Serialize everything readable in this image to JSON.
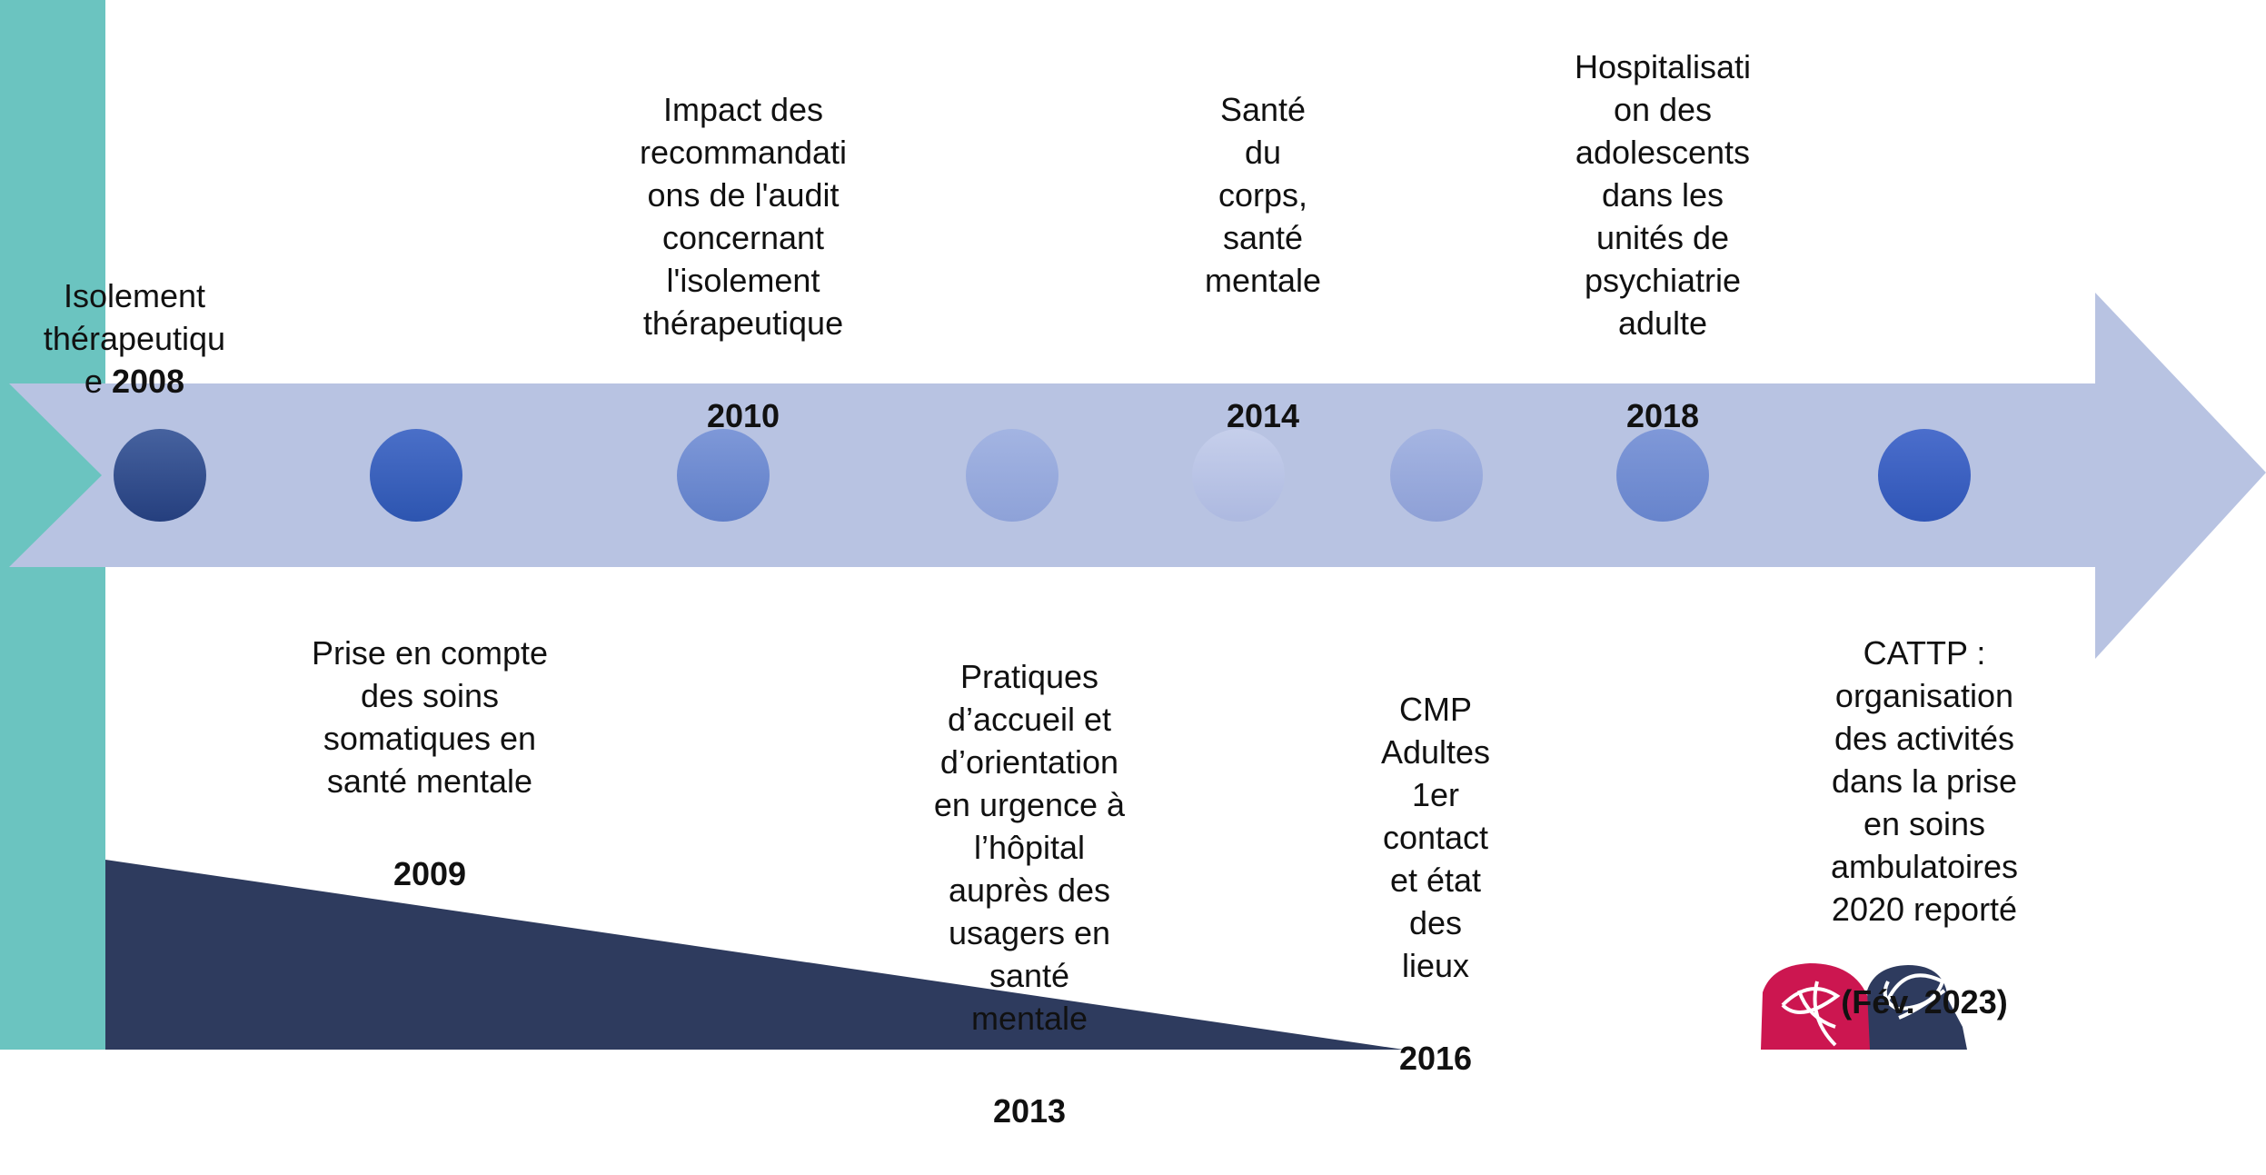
{
  "colors": {
    "side_bar": "#6bc4c0",
    "arrow": "#b8c3e2",
    "triangle": "#2e3b5e",
    "logo_red": "#cc1650",
    "logo_navy": "#2e3b5e"
  },
  "events": [
    {
      "id": "e2008",
      "title": "Isolement\nthérapeutiqu\ne",
      "year": "2008",
      "position": "top"
    },
    {
      "id": "e2009",
      "title": "Prise en compte\ndes soins\nsomatiques en\nsanté mentale",
      "year": "2009",
      "position": "bottom"
    },
    {
      "id": "e2010",
      "title": "Impact des\nrecommandati\nons de l'audit\nconcernant\nl'isolement\nthérapeutique",
      "year": "2010",
      "position": "top"
    },
    {
      "id": "e2013",
      "title": "Pratiques\nd’accueil et\nd’orientation\nen urgence à\nl’hôpital\nauprès des\nusagers en\nsanté\nmentale",
      "year": "2013",
      "position": "bottom"
    },
    {
      "id": "e2014",
      "title": "Santé\ndu\ncorps,\nsanté\nmentale",
      "year": "2014",
      "position": "top"
    },
    {
      "id": "e2016",
      "title": "CMP\nAdultes\n1er\ncontact\net état\ndes\nlieux",
      "year": "2016",
      "position": "bottom"
    },
    {
      "id": "e2018",
      "title": "Hospitalisati\non des\nadolescents\ndans les\nunités de\npsychiatrie\nadulte",
      "year": "2018",
      "position": "top"
    },
    {
      "id": "e2023",
      "title": "CATTP :\norganisation\ndes activités\ndans la prise\nen soins\nambulatoires\n2020 reporté",
      "year": "(Fév. 2023)",
      "position": "bottom"
    }
  ],
  "nodes": [
    {
      "id": "n1",
      "color_top": "#46629f",
      "color_bottom": "#253f7e"
    },
    {
      "id": "n2",
      "color_top": "#4a6fc8",
      "color_bottom": "#2d55b0"
    },
    {
      "id": "n3",
      "color_top": "#7e98d8",
      "color_bottom": "#5f7ec8"
    },
    {
      "id": "n4",
      "color_top": "#a3b4e2",
      "color_bottom": "#8ea2d8"
    },
    {
      "id": "n5",
      "color_top": "#c6cfeb",
      "color_bottom": "#adb9e0"
    },
    {
      "id": "n6",
      "color_top": "#a5b5e2",
      "color_bottom": "#8ea0d6"
    },
    {
      "id": "n7",
      "color_top": "#7f98d8",
      "color_bottom": "#6784cc"
    },
    {
      "id": "n8",
      "color_top": "#4b6ecc",
      "color_bottom": "#2f55b6"
    }
  ]
}
